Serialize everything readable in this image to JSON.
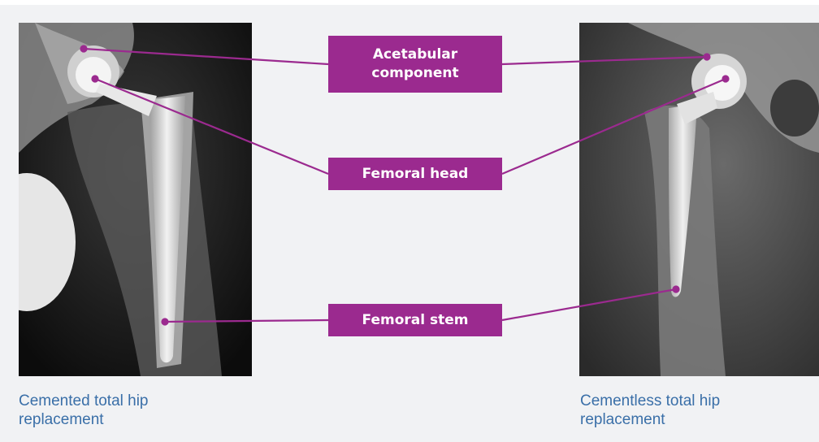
{
  "labels": {
    "acetabular_line1": "Acetabular",
    "acetabular_line2": "component",
    "femoral_head": "Femoral head",
    "femoral_stem": "Femoral stem"
  },
  "captions": {
    "left_line1": "Cemented total hip",
    "left_line2": "replacement",
    "right_line1": "Cementless total hip",
    "right_line2": "replacement"
  },
  "colors": {
    "label_background": "#9b2a8f",
    "label_text": "#ffffff",
    "leader_line": "#9b2a8f",
    "caption_text": "#3a6fa8",
    "panel_background": "#f1f2f4"
  }
}
